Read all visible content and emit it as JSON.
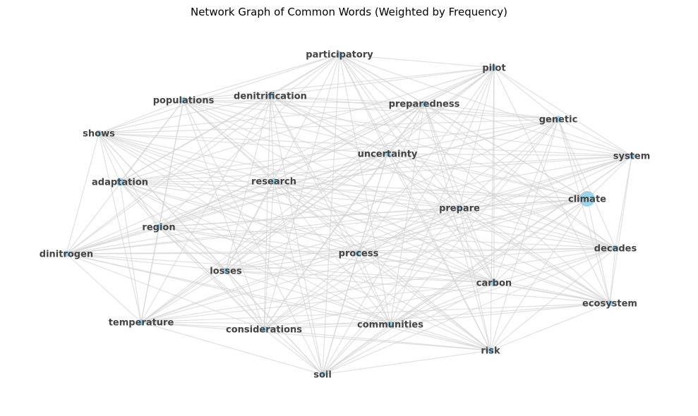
{
  "title": "Network Graph of Common Words (Weighted by Frequency)",
  "colors": {
    "node": "#9fd3ea",
    "edge": "#d4d4d4",
    "label": "#444444"
  },
  "nodes": [
    {
      "id": "participatory",
      "label": "participatory",
      "weight": 1
    },
    {
      "id": "pilot",
      "label": "pilot",
      "weight": 1
    },
    {
      "id": "populations",
      "label": "populations",
      "weight": 1
    },
    {
      "id": "denitrification",
      "label": "denitrification",
      "weight": 1
    },
    {
      "id": "preparedness",
      "label": "preparedness",
      "weight": 1
    },
    {
      "id": "genetic",
      "label": "genetic",
      "weight": 1.2
    },
    {
      "id": "shows",
      "label": "shows",
      "weight": 1
    },
    {
      "id": "uncertainty",
      "label": "uncertainty",
      "weight": 1
    },
    {
      "id": "system",
      "label": "system",
      "weight": 1
    },
    {
      "id": "adaptation",
      "label": "adaptation",
      "weight": 1.6
    },
    {
      "id": "research",
      "label": "research",
      "weight": 1
    },
    {
      "id": "climate",
      "label": "climate",
      "weight": 6
    },
    {
      "id": "prepare",
      "label": "prepare",
      "weight": 1
    },
    {
      "id": "region",
      "label": "region",
      "weight": 1
    },
    {
      "id": "dinitrogen",
      "label": "dinitrogen",
      "weight": 1
    },
    {
      "id": "process",
      "label": "process",
      "weight": 1
    },
    {
      "id": "decades",
      "label": "decades",
      "weight": 1
    },
    {
      "id": "losses",
      "label": "losses",
      "weight": 1
    },
    {
      "id": "carbon",
      "label": "carbon",
      "weight": 1.4
    },
    {
      "id": "ecosystem",
      "label": "ecosystem",
      "weight": 1
    },
    {
      "id": "temperature",
      "label": "temperature",
      "weight": 1
    },
    {
      "id": "considerations",
      "label": "considerations",
      "weight": 1
    },
    {
      "id": "communities",
      "label": "communities",
      "weight": 1
    },
    {
      "id": "risk",
      "label": "risk",
      "weight": 1
    },
    {
      "id": "soil",
      "label": "soil",
      "weight": 1
    }
  ]
}
